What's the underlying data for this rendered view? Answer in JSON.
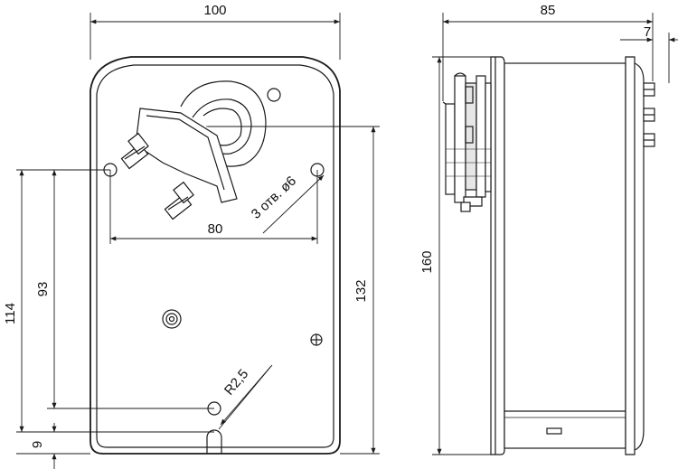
{
  "front_view": {
    "width_label": "100",
    "height_label": "132",
    "hole_spacing_label": "80",
    "hole_note_label": "3 отв. ø6",
    "radius_label": "R2,5",
    "left_dim_outer_label": "114",
    "left_dim_inner_label": "93",
    "bottom_offset_label": "9"
  },
  "side_view": {
    "depth_label": "85",
    "flange_label": "7",
    "height_label": "160"
  },
  "colors": {
    "line": "#1a1a1a",
    "fill_body": "#ffffff",
    "fill_bracket": "#e6e6e6"
  }
}
